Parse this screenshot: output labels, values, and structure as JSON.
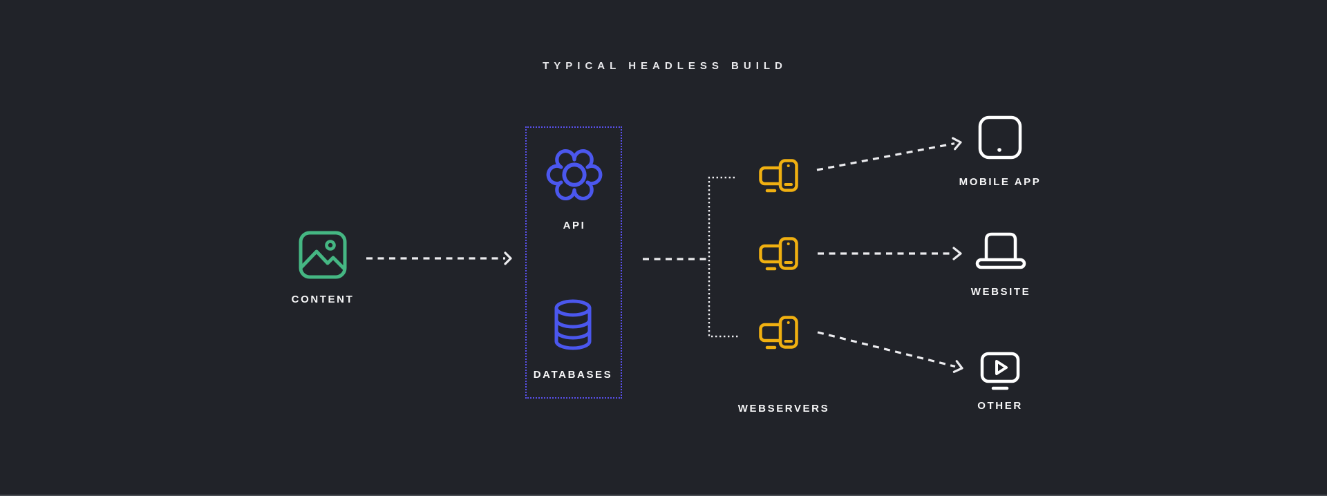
{
  "title": "TYPICAL HEADLESS BUILD",
  "diagram": {
    "nodes": [
      {
        "id": "content",
        "label": "CONTENT",
        "icon": "image-icon",
        "color": "#45b783"
      },
      {
        "id": "api",
        "label": "API",
        "icon": "gear-icon",
        "color": "#4b57ee"
      },
      {
        "id": "databases",
        "label": "DATABASES",
        "icon": "database-icon",
        "color": "#4b57ee"
      },
      {
        "id": "webservers",
        "label": "WEBSERVERS",
        "icon": "devices-icon",
        "color": "#f0b011"
      },
      {
        "id": "mobile_app",
        "label": "MOBILE APP",
        "icon": "tablet-icon",
        "color": "#ffffff"
      },
      {
        "id": "website",
        "label": "WEBSITE",
        "icon": "laptop-icon",
        "color": "#ffffff"
      },
      {
        "id": "other",
        "label": "OTHER",
        "icon": "media-player-icon",
        "color": "#ffffff"
      }
    ],
    "groups": [
      {
        "id": "api-databases-box",
        "contains": [
          "api",
          "databases"
        ],
        "border": "dotted",
        "border_color": "#5a51ef"
      }
    ],
    "connections": [
      {
        "from": "content",
        "to": "api-databases-box",
        "style": "dashed-arrow"
      },
      {
        "from": "api-databases-box",
        "to": "webservers",
        "style": "dashed-line-to-dotted-bracket"
      },
      {
        "from": "webservers",
        "to": "mobile_app",
        "style": "dashed-arrow"
      },
      {
        "from": "webservers",
        "to": "website",
        "style": "dashed-arrow"
      },
      {
        "from": "webservers",
        "to": "other",
        "style": "dashed-arrow"
      }
    ]
  },
  "colors": {
    "background": "#212329",
    "content_green": "#45b783",
    "api_purple": "#4b57ee",
    "box_border_purple": "#5a51ef",
    "webserver_yellow": "#f0b011",
    "connector_white": "#ececef",
    "label_white": "#f7f7f8"
  }
}
